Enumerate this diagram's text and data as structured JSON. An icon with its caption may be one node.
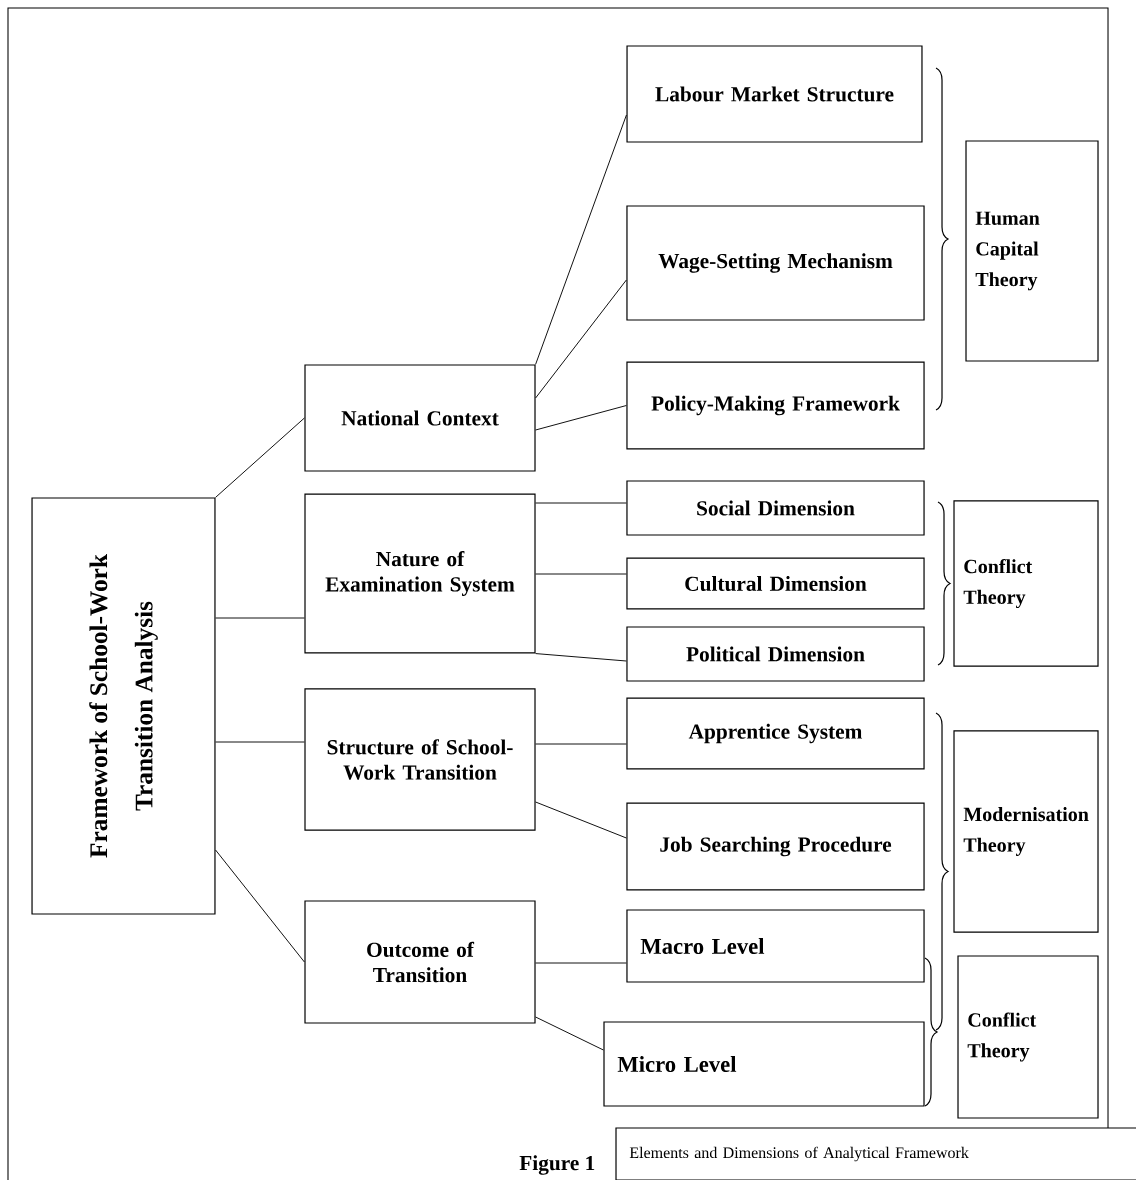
{
  "diagram": {
    "caption": "Figure 1",
    "nodes": [
      {
        "text": [
          "Framework of School-Work Transition Analysis"
        ]
      },
      {
        "text": [
          "National Context"
        ]
      },
      {
        "text": [
          "Nature of Examination System"
        ]
      },
      {
        "text": [
          "Structure of School-Work Transition"
        ]
      },
      {
        "text": [
          "Outcome of Transition"
        ]
      },
      {
        "text": [
          "Labour Market Structure"
        ]
      },
      {
        "text": [
          "Wage-Setting Mechanism"
        ]
      },
      {
        "text": [
          "Policy-Making Framework"
        ]
      },
      {
        "text": [
          "Social Dimension"
        ]
      },
      {
        "text": [
          "Cultural Dimension"
        ]
      },
      {
        "text": [
          "Political Dimension"
        ]
      },
      {
        "text": [
          "Apprentice System"
        ]
      },
      {
        "text": [
          "Job Searching Procedure"
        ]
      },
      {
        "text": [
          "Macro Level"
        ]
      },
      {
        "text": [
          "Micro Level"
        ]
      },
      {
        "text": [
          "Human Capital Theory"
        ]
      },
      {
        "text": [
          "Conflict Theory"
        ]
      },
      {
        "text": [
          "Modernisation Theory"
        ]
      },
      {
        "text": [
          "Conflict Theory"
        ]
      },
      {
        "text": [
          "Elements and Dimensions of Analytical Framework"
        ]
      }
    ],
    "edges": [
      {
        "from": 0,
        "to": 1,
        "arrow": "none"
      },
      {
        "from": 0,
        "to": 2,
        "arrow": "none"
      },
      {
        "from": 0,
        "to": 3,
        "arrow": "none"
      },
      {
        "from": 0,
        "to": 4,
        "arrow": "none"
      },
      {
        "from": 1,
        "to": 5,
        "arrow": "none"
      },
      {
        "from": 1,
        "to": 6,
        "arrow": "none"
      },
      {
        "from": 1,
        "to": 7,
        "arrow": "none"
      },
      {
        "from": 2,
        "to": 8,
        "arrow": "none"
      },
      {
        "from": 2,
        "to": 9,
        "arrow": "none"
      },
      {
        "from": 2,
        "to": 10,
        "arrow": "none"
      },
      {
        "from": 3,
        "to": 11,
        "arrow": "none"
      },
      {
        "from": 3,
        "to": 12,
        "arrow": "none"
      },
      {
        "from": 4,
        "to": 13,
        "arrow": "none"
      },
      {
        "from": 4,
        "to": 14,
        "arrow": "none"
      }
    ]
  }
}
